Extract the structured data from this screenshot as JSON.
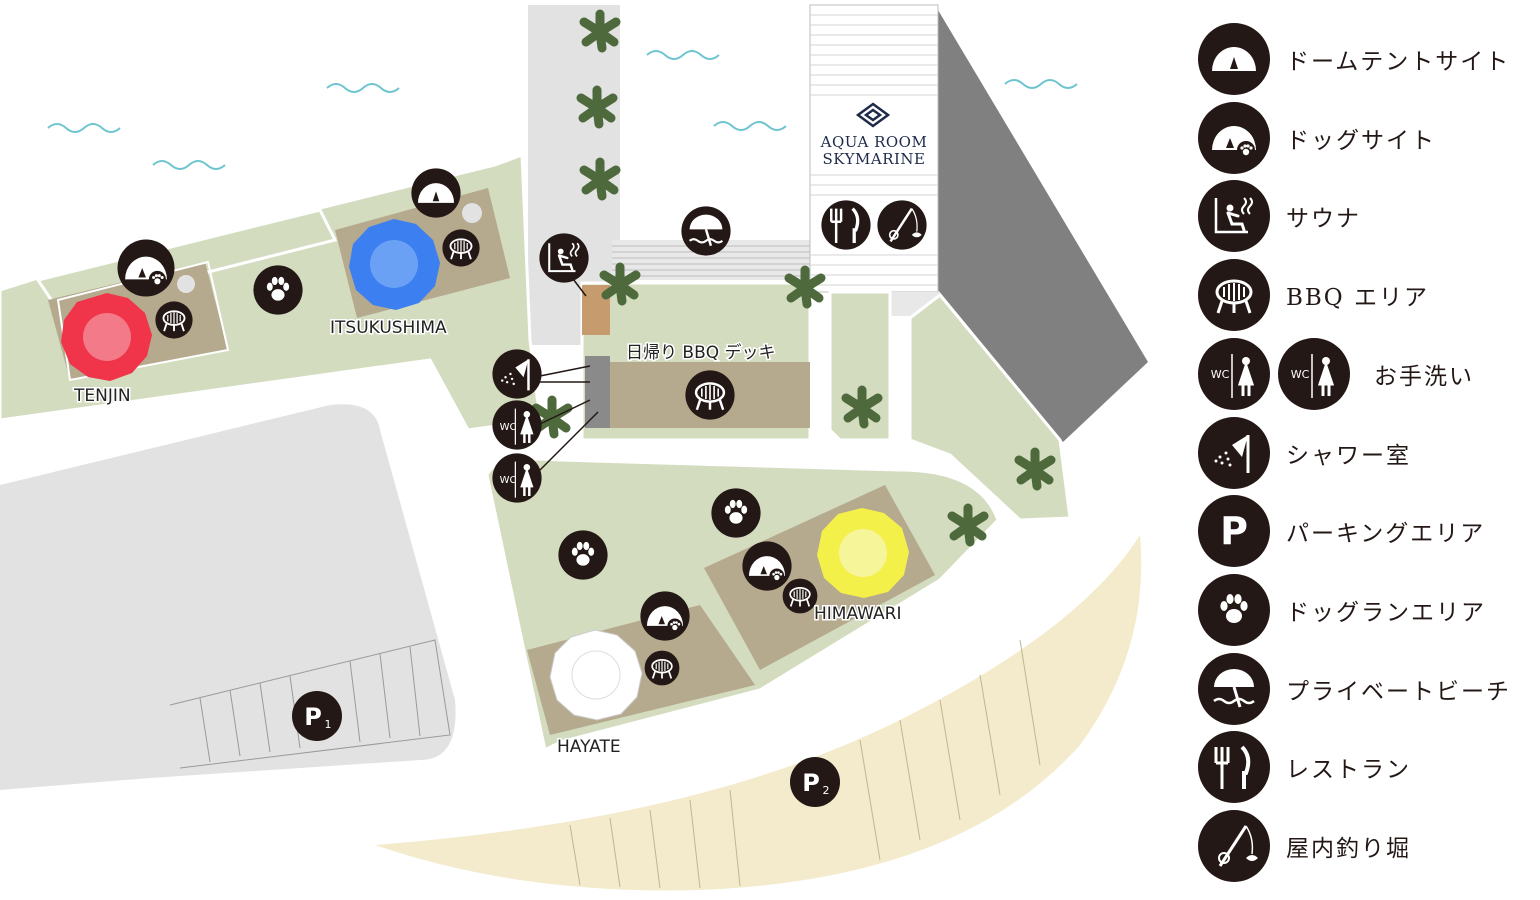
{
  "map": {
    "building": {
      "line1": "AQUA ROOM",
      "line2": "SKYMARINE"
    },
    "bbq_deck_label": "日帰り BBQ デッキ",
    "sites": [
      {
        "id": "tenjin",
        "name": "TENJIN",
        "color": "#f0344a"
      },
      {
        "id": "itsukushima",
        "name": "ITSUKUSHIMA",
        "color": "#3b7ff0"
      },
      {
        "id": "himawari",
        "name": "HIMAWARI",
        "color": "#f3f04a"
      },
      {
        "id": "hayate",
        "name": "HAYATE",
        "color": "#ffffff"
      }
    ],
    "parking": [
      {
        "id": "p1",
        "label": "P",
        "sub": "1"
      },
      {
        "id": "p2",
        "label": "P",
        "sub": "2"
      }
    ],
    "wc_label": "WC"
  },
  "legend": [
    {
      "icon": "dome-tent-icon",
      "label": "ドームテントサイト"
    },
    {
      "icon": "dog-site-icon",
      "label": "ドッグサイト"
    },
    {
      "icon": "sauna-icon",
      "label": "サウナ"
    },
    {
      "icon": "bbq-grill-icon",
      "label": "BBQ エリア"
    },
    {
      "icon": "restroom-icon",
      "label": "お手洗い"
    },
    {
      "icon": "shower-icon",
      "label": "シャワー室"
    },
    {
      "icon": "parking-icon",
      "label": "パーキングエリア"
    },
    {
      "icon": "paw-icon",
      "label": "ドッグランエリア"
    },
    {
      "icon": "beach-umbrella-icon",
      "label": "プライベートビーチ"
    },
    {
      "icon": "restaurant-icon",
      "label": "レストラン"
    },
    {
      "icon": "fishing-icon",
      "label": "屋内釣り堀"
    }
  ],
  "colors": {
    "grass": "#d3dcbf",
    "deck": "#b5a98e",
    "paved": "#e2e2e2",
    "sand": "#f3ebcb",
    "building_shadow": "#808080",
    "icon_bg": "#231815",
    "wave": "#6fc5cf"
  }
}
